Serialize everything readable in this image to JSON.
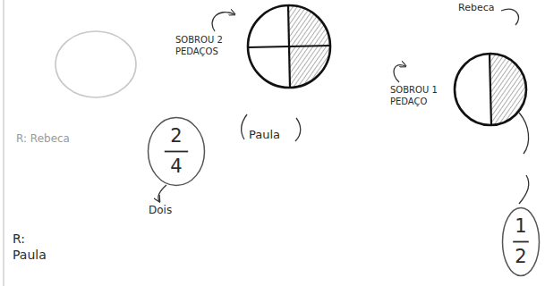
{
  "diagram": {
    "nodes": [
      {
        "text": [
          "2",
          "4"
        ]
      },
      {
        "text": [
          "1",
          "2"
        ]
      }
    ],
    "labels": [
      "SOBROU 2 PEDAÇOS",
      "Paula",
      "R: Rebeca",
      "Dois",
      "R: Paula",
      "Rebeca",
      "SOBROU 1 PEDAÇO"
    ]
  }
}
